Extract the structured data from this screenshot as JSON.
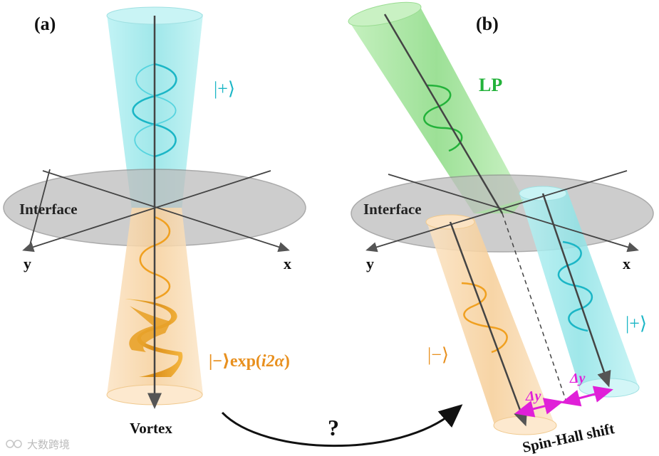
{
  "panels": {
    "a": {
      "label": "(a)",
      "interface_label": "Interface",
      "axis_y": "y",
      "axis_x": "x",
      "incident_state": "|+⟩",
      "transmitted_state": "|−⟩exp(",
      "transmitted_state_arg": "i2α",
      "transmitted_state_close": ")",
      "bottom_label": "Vortex"
    },
    "b": {
      "label": "(b)",
      "interface_label": "Interface",
      "axis_y": "y",
      "axis_x": "x",
      "incident_state": "LP",
      "state_minus": "|−⟩",
      "state_plus": "|+⟩",
      "shift_left": "Δy",
      "shift_right": "Δy",
      "shift_caption": "Spin-Hall shift"
    }
  },
  "question_mark": "?",
  "watermark": "大数跨境",
  "colors": {
    "cyan_beam": "#8fe3e6",
    "cyan_wave": "#1bb6c6",
    "green_beam": "#90dd8a",
    "green_wave": "#23b23a",
    "orange_beam": "#f6cf9a",
    "orange_wave": "#f0a020",
    "magenta": "#e020d8",
    "interface": "#bdbdbd"
  }
}
